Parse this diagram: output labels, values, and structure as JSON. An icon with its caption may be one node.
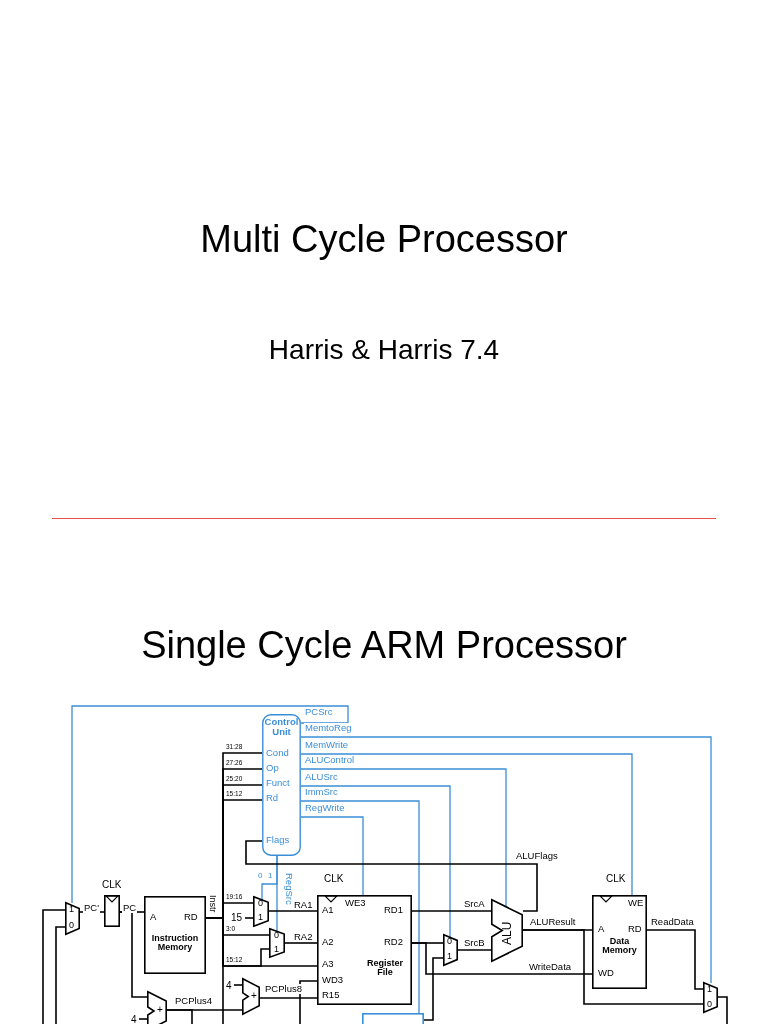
{
  "diagram": {
    "title": "Multi Cycle Processor",
    "nodes": [
      {
        "text": [
          "Control Unit",
          "Cond",
          "Op",
          "Funct",
          "Rd",
          "Flags"
        ]
      },
      {
        "text": [
          "1",
          "0"
        ]
      },
      {
        "text": [],
        "shape": "box",
        "beside": [
          "CLK"
        ]
      },
      {
        "text": [
          "A",
          "RD",
          "Instruction Memory"
        ]
      },
      {
        "text": [
          "0",
          "1"
        ]
      },
      {
        "text": [
          "0",
          "1"
        ]
      },
      {
        "text": [
          "A1",
          "WE3",
          "RD1",
          "A2",
          "RD2",
          "A3",
          "Register File",
          "WD3",
          "R15"
        ],
        "beside": [
          "CLK"
        ]
      },
      {
        "text": [
          "+"
        ]
      },
      {
        "text": [
          "+"
        ]
      },
      {
        "text": [
          "0",
          "1"
        ]
      },
      {
        "text": [
          "ALU"
        ]
      },
      {
        "text": [
          "WE",
          "A",
          "RD",
          "Data Memory",
          "WD"
        ],
        "beside": [
          "CLK"
        ]
      },
      {
        "text": [
          "1",
          "0"
        ]
      },
      {
        "text": [
          "15"
        ]
      },
      {
        "text": [
          "4"
        ]
      },
      {
        "text": [
          "4"
        ]
      },
      {
        "text": [],
        "shape": "box"
      }
    ],
    "edges": [
      {
        "from": 0,
        "to": 1,
        "arrow": "none",
        "label": "PCSrc",
        "color": "#3b8ed8"
      },
      {
        "from": 0,
        "to": 12,
        "arrow": "none",
        "label": "MemtoReg",
        "color": "#3b8ed8"
      },
      {
        "from": 0,
        "to": 11,
        "arrow": "none",
        "label": "MemWrite",
        "color": "#3b8ed8"
      },
      {
        "from": 0,
        "to": 10,
        "arrow": "none",
        "label": "ALUControl",
        "color": "#3b8ed8"
      },
      {
        "from": 0,
        "to": 9,
        "arrow": "none",
        "label": "ALUSrc",
        "color": "#3b8ed8"
      },
      {
        "from": 0,
        "to": 16,
        "arrow": "none",
        "label": "ImmSrc",
        "color": "#3b8ed8"
      },
      {
        "from": 0,
        "to": 6,
        "arrow": "none",
        "label": "RegWrite",
        "color": "#3b8ed8"
      },
      {
        "from": 0,
        "to": 4,
        "arrow": "none",
        "label": "RegSrc",
        "color": "#3b8ed8"
      },
      {
        "from": 0,
        "to": 5,
        "arrow": "none",
        "color": "#3b8ed8"
      },
      {
        "from": 10,
        "to": 0,
        "arrow": "none",
        "label": "ALUFlags"
      },
      {
        "from": 1,
        "to": 2,
        "arrow": "none",
        "label": "PC'"
      },
      {
        "from": 2,
        "to": 3,
        "arrow": "none",
        "label": "PC"
      },
      {
        "from": 2,
        "to": 7,
        "arrow": "none"
      },
      {
        "from": 15,
        "to": 7,
        "arrow": "none"
      },
      {
        "from": 7,
        "to": 8,
        "arrow": "none",
        "label": "PCPlus4"
      },
      {
        "from": 14,
        "to": 8,
        "arrow": "none"
      },
      {
        "from": 8,
        "to": 6,
        "arrow": "none",
        "label": "PCPlus8"
      },
      {
        "from": 7,
        "to": null,
        "arrow": "none"
      },
      {
        "from": 3,
        "to": 0,
        "arrow": "none",
        "label": "31:28"
      },
      {
        "from": 3,
        "to": 0,
        "arrow": "none",
        "label": "27:26"
      },
      {
        "from": 3,
        "to": 0,
        "arrow": "none",
        "label": "25:20"
      },
      {
        "from": 3,
        "to": 0,
        "arrow": "none",
        "label": "15:12"
      },
      {
        "from": 3,
        "to": 4,
        "arrow": "none",
        "label": "19:16"
      },
      {
        "from": 13,
        "to": 4,
        "arrow": "none"
      },
      {
        "from": 3,
        "to": 5,
        "arrow": "none",
        "label": "3:0"
      },
      {
        "from": 3,
        "to": 6,
        "arrow": "none",
        "label": "15:12"
      },
      {
        "from": 3,
        "to": 5,
        "arrow": "none"
      },
      {
        "from": 3,
        "to": null,
        "arrow": "none"
      },
      {
        "from": 4,
        "to": 6,
        "arrow": "none",
        "label": "RA1"
      },
      {
        "from": 5,
        "to": 6,
        "arrow": "none",
        "label": "RA2"
      },
      {
        "from": 6,
        "to": 10,
        "arrow": "none",
        "label": "SrcA"
      },
      {
        "from": 6,
        "to": 9,
        "arrow": "none"
      },
      {
        "from": 9,
        "to": 10,
        "arrow": "none",
        "label": "SrcB"
      },
      {
        "from": 6,
        "to": 11,
        "arrow": "none",
        "label": "WriteData"
      },
      {
        "from": 10,
        "to": 11,
        "arrow": "none",
        "label": "ALUResult"
      },
      {
        "from": 10,
        "to": 12,
        "arrow": "none"
      },
      {
        "from": 11,
        "to": 12,
        "arrow": "none",
        "label": "ReadData"
      },
      {
        "from": 12,
        "to": null,
        "arrow": "none"
      },
      {
        "from": null,
        "to": 1,
        "arrow": "none"
      },
      {
        "from": null,
        "to": 1,
        "arrow": "none"
      },
      {
        "from": 16,
        "to": 9,
        "arrow": "none"
      },
      {
        "from": null,
        "to": 6,
        "arrow": "none"
      }
    ],
    "labels": [
      "Harris & Harris 7.4",
      "Single Cycle ARM Processor",
      "Instr",
      "0",
      "1"
    ]
  }
}
